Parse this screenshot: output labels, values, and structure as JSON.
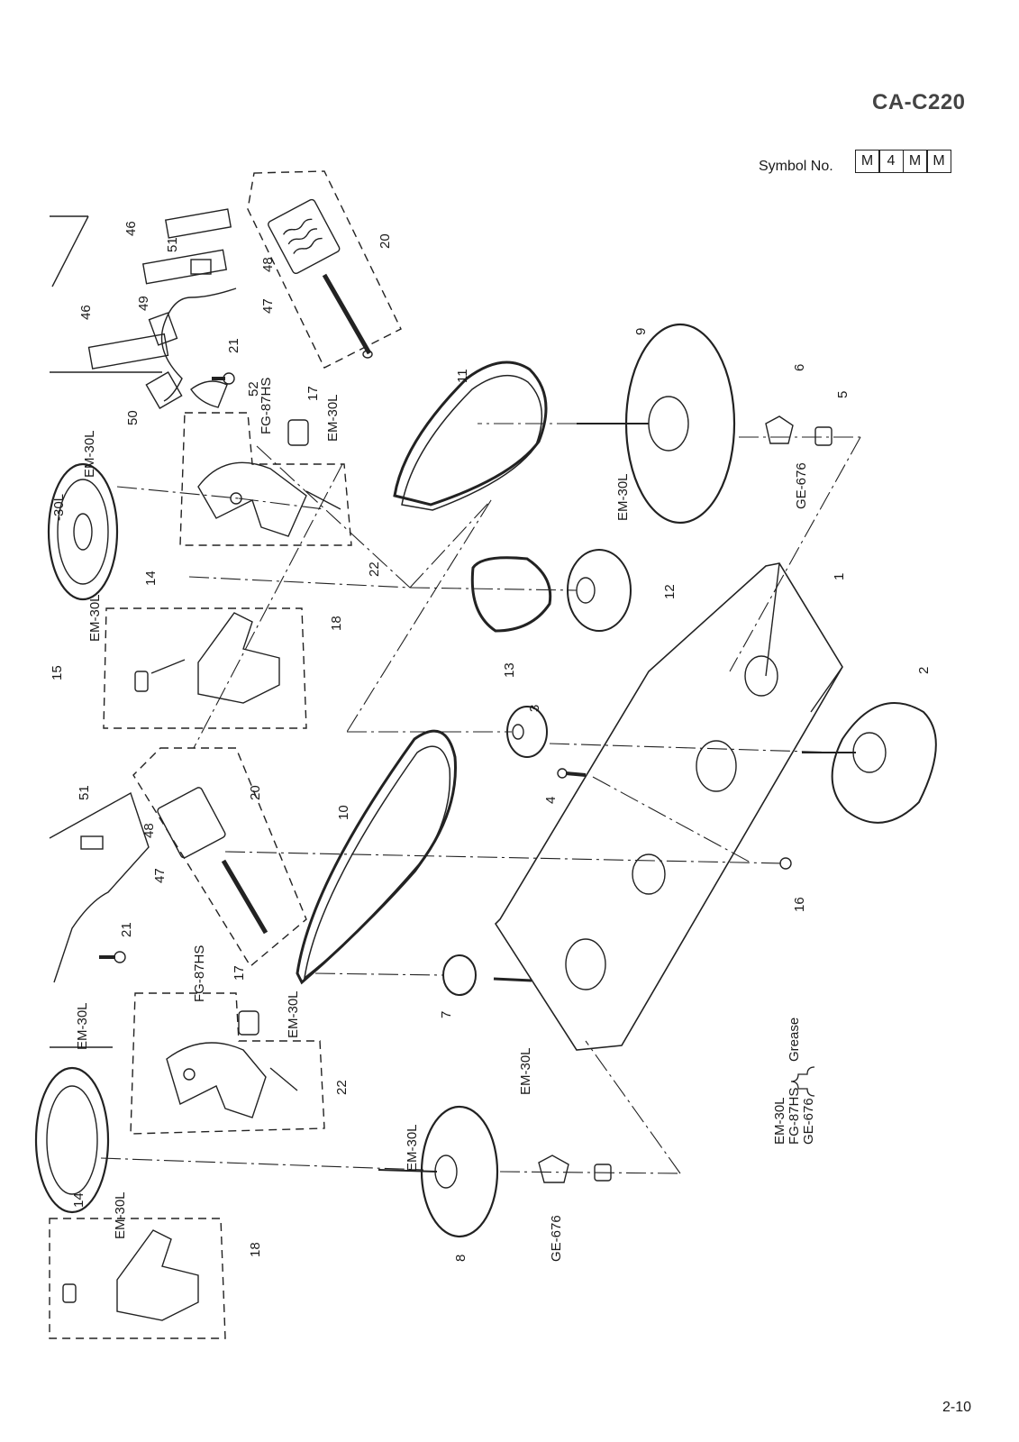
{
  "header": {
    "model": "CA-C220",
    "symbol_label": "Symbol No.",
    "symbol_codes": [
      "M",
      "4",
      "M",
      "M"
    ]
  },
  "footer": {
    "page_number": "2-10"
  },
  "legend": {
    "items": [
      "EM-30L",
      "FG-87HS",
      "GE-676"
    ],
    "label": "Grease"
  },
  "part_labels": {
    "p1": "1",
    "p2": "2",
    "p3": "3",
    "p4": "4",
    "p5": "5",
    "p6": "6",
    "p7": "7",
    "p8": "8",
    "p9": "9",
    "p10": "10",
    "p11": "11",
    "p12": "12",
    "p13": "13",
    "p14": "14",
    "p15": "15",
    "p16": "16",
    "p17": "17",
    "p18": "18",
    "p20": "20",
    "p21": "21",
    "p22": "22",
    "p46": "46",
    "p47": "47",
    "p48": "48",
    "p49": "49",
    "p50": "50",
    "p51": "51",
    "p52": "52"
  },
  "grease_labels": {
    "em30l": "EM-30L",
    "em30l_partial": "-30L",
    "fg87hs": "FG-87HS",
    "ge676": "GE-676"
  }
}
